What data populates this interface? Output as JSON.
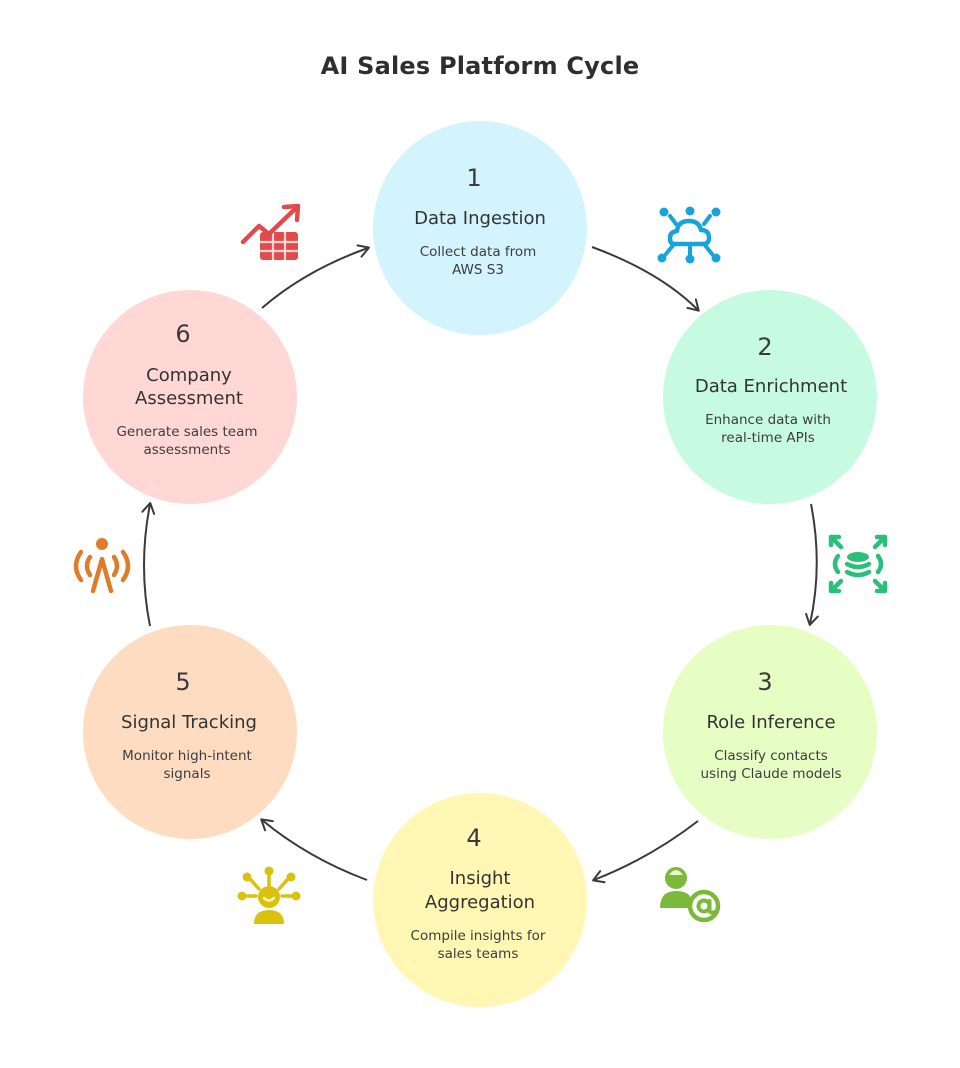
{
  "title": "AI Sales Platform Cycle",
  "colors": {
    "stroke": "#3a3a3a",
    "circle_1": "#d3f3fd",
    "circle_2": "#c6fae1",
    "circle_3": "#e6fdc4",
    "circle_4": "#fff7b3",
    "circle_5": "#fedcc2",
    "circle_6": "#ffd8d6",
    "icon_1": "#1aa3d9",
    "icon_2": "#2bbf7a",
    "icon_3": "#7cb83a",
    "icon_4": "#dbc10f",
    "icon_5": "#e07b2a",
    "icon_6": "#e24b4b"
  },
  "steps": [
    {
      "number": "1",
      "title": [
        "Data Ingestion"
      ],
      "description": [
        "Collect data from",
        "AWS S3"
      ],
      "icon": "cloud-network-icon"
    },
    {
      "number": "2",
      "title": [
        "Data Enrichment"
      ],
      "description": [
        "Enhance data with",
        "real-time APIs"
      ],
      "icon": "database-expand-icon"
    },
    {
      "number": "3",
      "title": [
        "Role Inference"
      ],
      "description": [
        "Classify contacts",
        "using Claude models"
      ],
      "icon": "user-email-icon"
    },
    {
      "number": "4",
      "title": [
        "Insight",
        "Aggregation"
      ],
      "description": [
        "Compile insights for",
        "sales teams"
      ],
      "icon": "idea-person-icon"
    },
    {
      "number": "5",
      "title": [
        "Signal Tracking"
      ],
      "description": [
        "Monitor high-intent",
        "signals"
      ],
      "icon": "signal-person-icon"
    },
    {
      "number": "6",
      "title": [
        "Company",
        "Assessment"
      ],
      "description": [
        "Generate sales team",
        "assessments"
      ],
      "icon": "growth-chart-icon"
    }
  ]
}
